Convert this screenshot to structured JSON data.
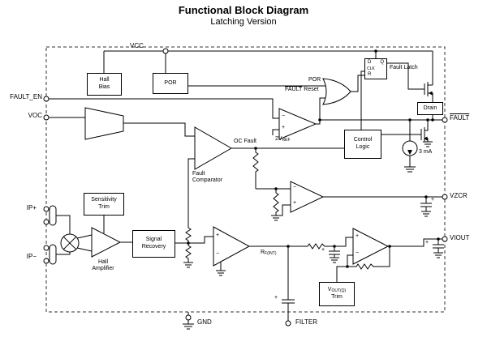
{
  "title": "Functional Block Diagram",
  "subtitle": "Latching Version",
  "colors": {
    "background": "#ffffff",
    "ink": "#000000"
  },
  "pins": {
    "vcc": "VCC",
    "fault_en": "FAULT_EN",
    "voc": "VOC",
    "ip_plus": "IP+",
    "ip_minus": "IP−",
    "gnd": "GND",
    "filter": "FILTER",
    "vzcr": "VZCR",
    "viout": "VIOUT",
    "fault": "FAULT"
  },
  "blocks": {
    "hall_bias": "Hall\nBias",
    "por": "POR",
    "control_logic": "Control\nLogic",
    "sensitivity_trim": "Sensitivity\nTrim",
    "signal_recovery": "Signal\nRecovery",
    "drain": "Drain",
    "fault_latch": "Fault Latch",
    "vout_trim_pre": "V",
    "vout_trim_sub": "OUT(Q)",
    "vout_trim_line2": "Trim",
    "ff_d": "D",
    "ff_q": "Q",
    "ff_clk": "CLK",
    "ff_r": "R"
  },
  "labels": {
    "por_signal": "POR",
    "fault_reset_bar": "FAULT",
    "fault_reset_rest": "Reset",
    "oc_fault": "OC Fault",
    "fault_comparator": "Fault\nComparator",
    "hall_amplifier": "Hall\nAmplifier",
    "vref_pre": "2V",
    "vref_sub": "REF",
    "current": "3 mA",
    "rf_pre": "R",
    "rf_sub": "F(INT)",
    "plus": "+",
    "minus": "−"
  }
}
